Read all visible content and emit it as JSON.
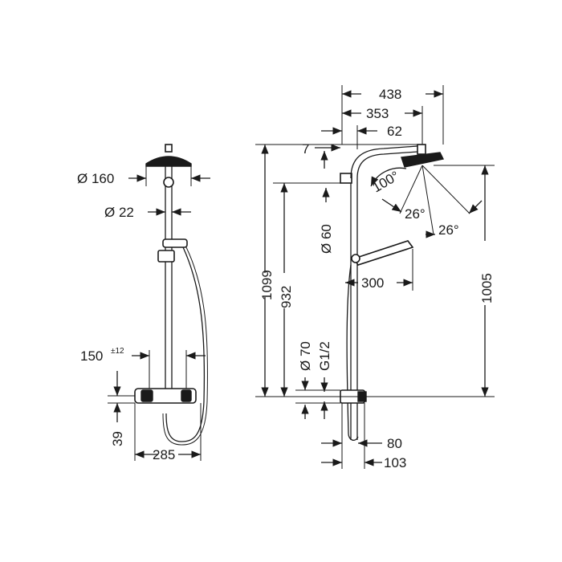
{
  "front_view": {
    "head_diameter": "Ø 160",
    "pipe_diameter": "Ø 22",
    "spread": "150",
    "spread_tolerance": "±12",
    "bottom_offset": "39",
    "mixer_width": "285"
  },
  "side_view": {
    "arm_reach": "438",
    "arm_reach_inner": "353",
    "head_offset": "62",
    "head_drop": "7",
    "angle_main": "100°",
    "angle_left": "26°",
    "angle_right": "26°",
    "rail_diameter": "Ø 60",
    "total_height": "1099",
    "rail_height": "932",
    "hand_shower_reach": "300",
    "head_height": "1005",
    "connection_diameter": "Ø 70",
    "thread": "G1/2",
    "wall_offset_1": "80",
    "wall_offset_2": "103"
  }
}
